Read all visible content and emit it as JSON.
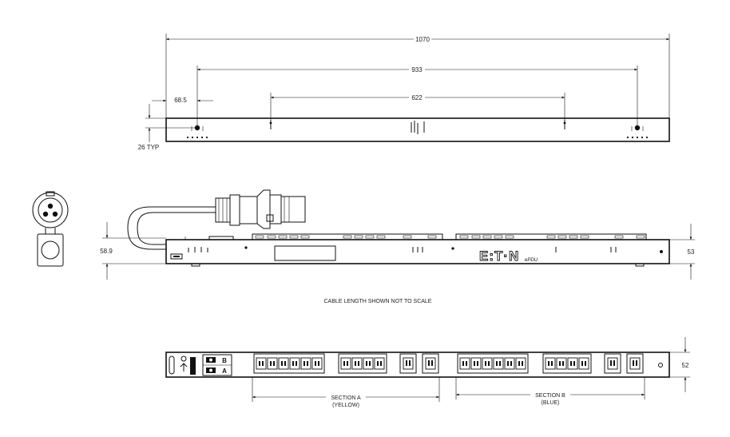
{
  "top_view": {
    "dim_overall": "1070",
    "dim_mount": "933",
    "dim_inner": "622",
    "dim_offset": "68.5",
    "dim_height": "26 TYP"
  },
  "side_view": {
    "dim_left_height": "58.9",
    "dim_right_height": "53",
    "brand_logo": "E:T·N",
    "brand_model": "ePDU"
  },
  "caption": "CABLE LENGTH SHOWN NOT TO SCALE",
  "front_view": {
    "dim_height": "52",
    "section_a_title": "SECTION A",
    "section_a_color": "(YELLOW)",
    "section_b_title": "SECTION B",
    "section_b_color": "(BLUE)",
    "breaker_b_label": "B",
    "breaker_a_label": "A"
  }
}
